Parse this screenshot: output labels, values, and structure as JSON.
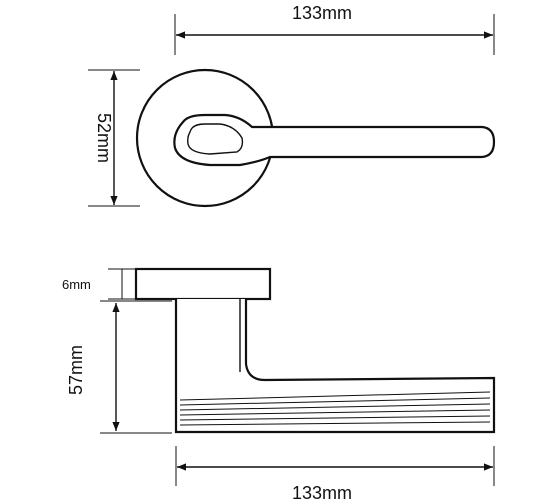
{
  "top_view": {
    "width_label": "133mm",
    "height_label": "52mm"
  },
  "side_view": {
    "rose_thickness_label": "6mm",
    "height_label": "57mm",
    "width_label": "133mm"
  },
  "colors": {
    "line": "#111111",
    "background": "#ffffff"
  }
}
